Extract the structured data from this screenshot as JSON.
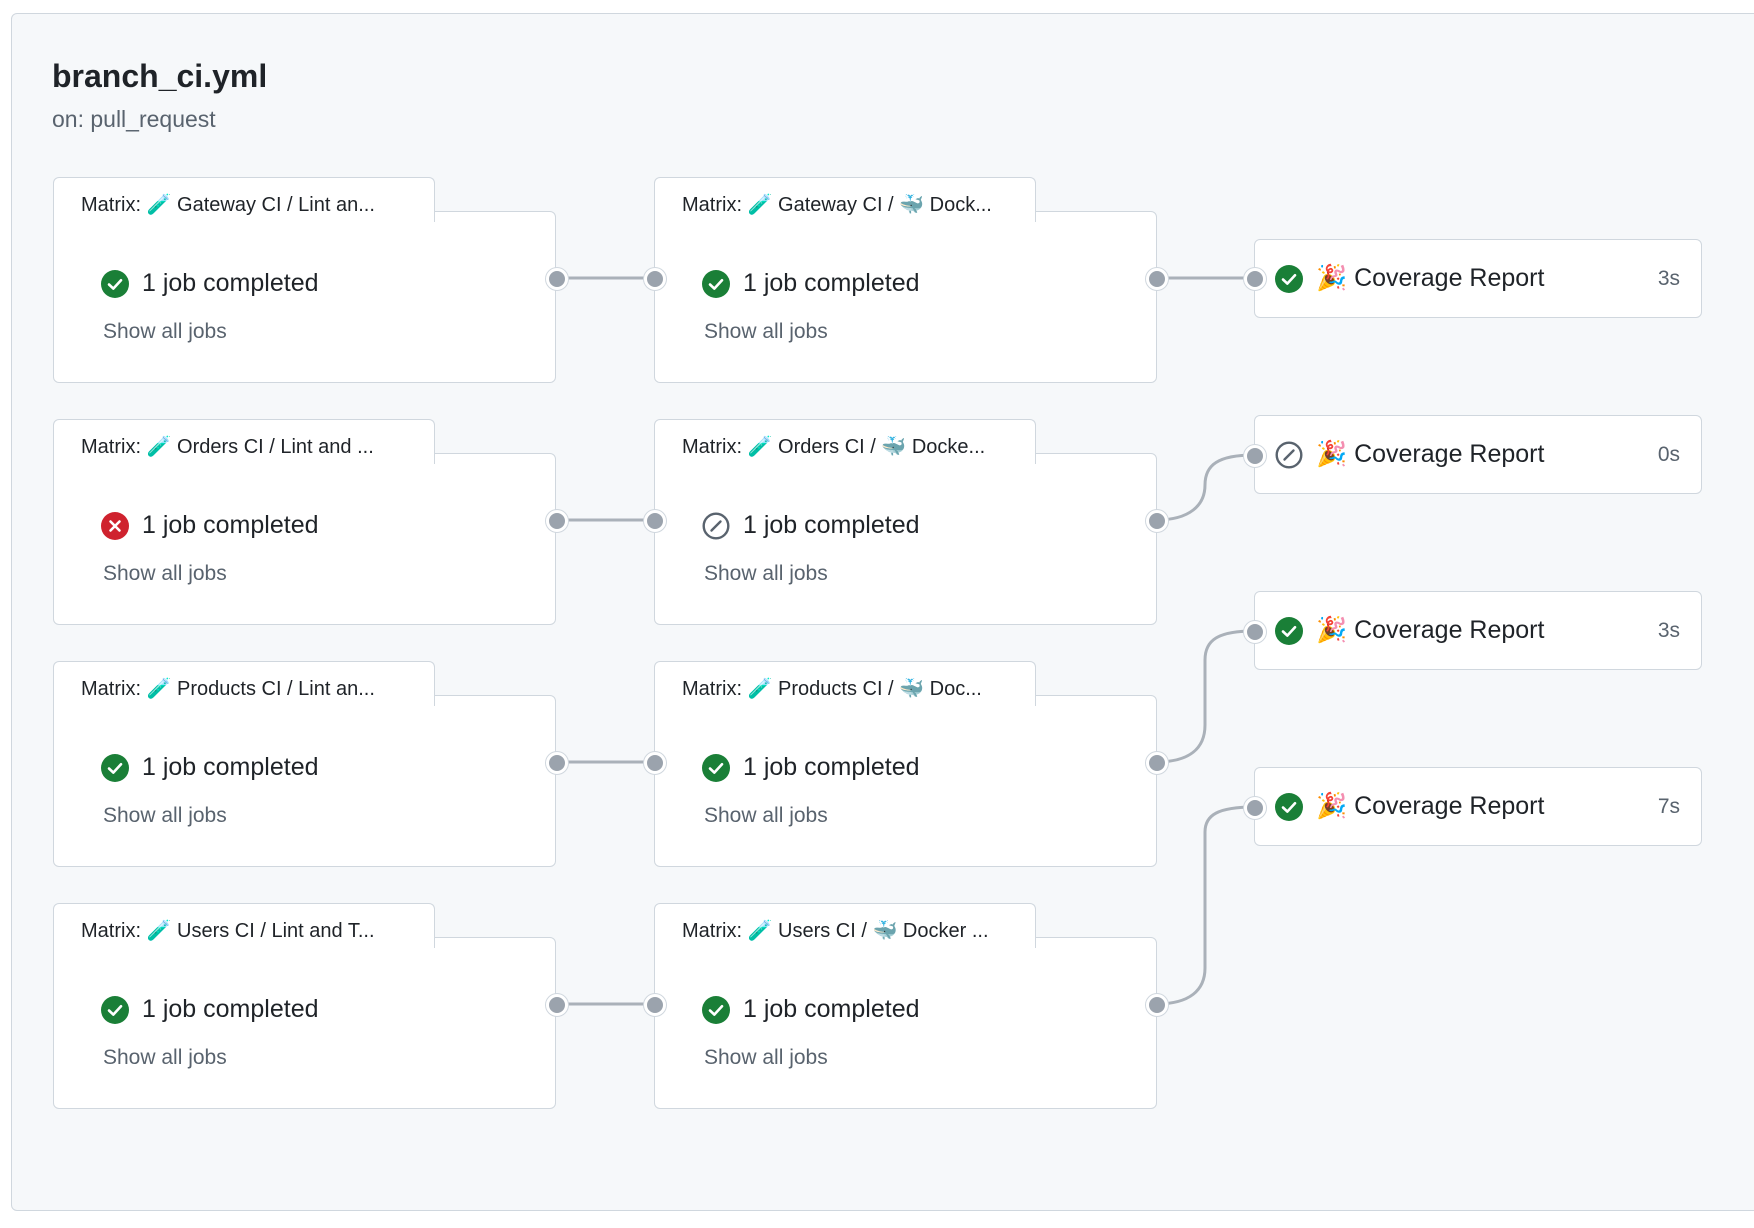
{
  "workflow": {
    "title": "branch_ci.yml",
    "trigger": "on: pull_request"
  },
  "show_all_label": "Show all jobs",
  "status_colors": {
    "success": "#1a7f37",
    "failure": "#cf222e",
    "skipped": "#59636e"
  },
  "rows": [
    {
      "lint": {
        "label": "Matrix: 🧪 Gateway CI / Lint an...",
        "status": "success",
        "status_text": "1 job completed"
      },
      "docker": {
        "label": "Matrix: 🧪 Gateway CI / 🐳 Dock...",
        "status": "success",
        "status_text": "1 job completed"
      }
    },
    {
      "lint": {
        "label": "Matrix: 🧪 Orders CI / Lint and ...",
        "status": "failure",
        "status_text": "1 job completed"
      },
      "docker": {
        "label": "Matrix: 🧪 Orders CI / 🐳 Docke...",
        "status": "skipped",
        "status_text": "1 job completed"
      }
    },
    {
      "lint": {
        "label": "Matrix: 🧪 Products CI / Lint an...",
        "status": "success",
        "status_text": "1 job completed"
      },
      "docker": {
        "label": "Matrix: 🧪 Products CI / 🐳 Doc...",
        "status": "success",
        "status_text": "1 job completed"
      }
    },
    {
      "lint": {
        "label": "Matrix: 🧪 Users CI / Lint and T...",
        "status": "success",
        "status_text": "1 job completed"
      },
      "docker": {
        "label": "Matrix: 🧪 Users CI / 🐳 Docker ...",
        "status": "success",
        "status_text": "1 job completed"
      }
    }
  ],
  "reports": [
    {
      "name": "🎉 Coverage Report",
      "status": "success",
      "duration": "3s"
    },
    {
      "name": "🎉 Coverage Report",
      "status": "skipped",
      "duration": "0s"
    },
    {
      "name": "🎉 Coverage Report",
      "status": "success",
      "duration": "3s"
    },
    {
      "name": "🎉 Coverage Report",
      "status": "success",
      "duration": "7s"
    }
  ]
}
